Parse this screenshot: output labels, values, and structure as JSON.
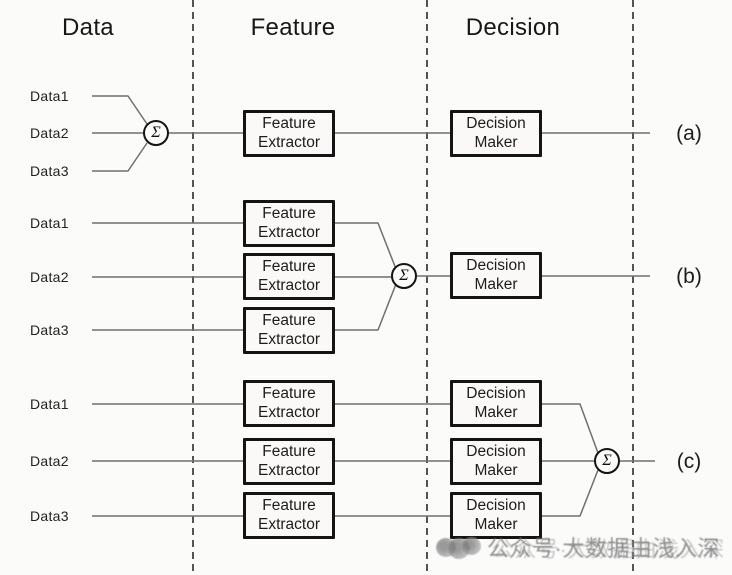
{
  "headers": {
    "data": "Data",
    "feature": "Feature",
    "decision": "Decision"
  },
  "sigma_symbol": "Σ",
  "box_labels": {
    "feature_extractor": {
      "line1": "Feature",
      "line2": "Extractor"
    },
    "decision_maker": {
      "line1": "Decision",
      "line2": "Maker"
    }
  },
  "rows": [
    {
      "tag": "(a)",
      "inputs": [
        "Data1",
        "Data2",
        "Data3"
      ]
    },
    {
      "tag": "(b)",
      "inputs": [
        "Data1",
        "Data2",
        "Data3"
      ]
    },
    {
      "tag": "(c)",
      "inputs": [
        "Data1",
        "Data2",
        "Data3"
      ]
    }
  ],
  "watermark": {
    "icon": "wechat-logo-blobs",
    "text": "公众号·大数据由浅入深"
  }
}
